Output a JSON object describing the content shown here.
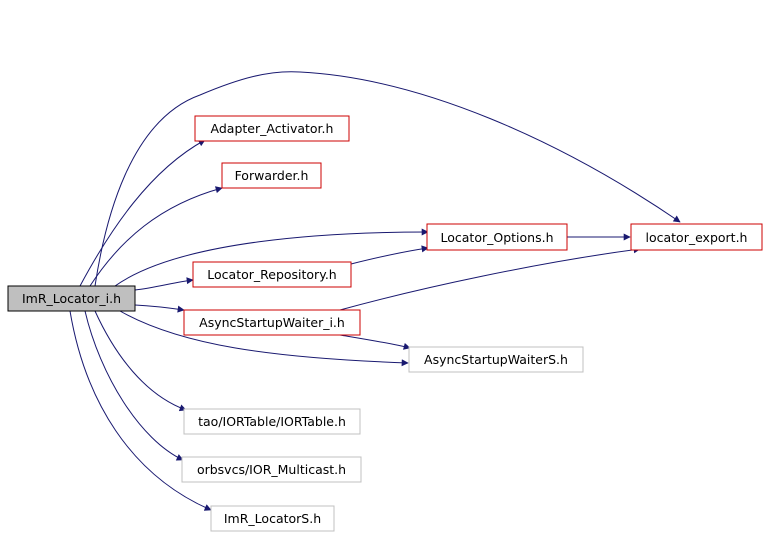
{
  "diagram": {
    "colors": {
      "edge": "#191970",
      "border_red": "#cc0000",
      "border_gray": "#c0c0c0",
      "root_fill": "#bfbfbf",
      "root_border": "#000000"
    },
    "nodes": {
      "root": {
        "label": "ImR_Locator_i.h"
      },
      "adapter_activator": {
        "label": "Adapter_Activator.h"
      },
      "forwarder": {
        "label": "Forwarder.h"
      },
      "locator_options": {
        "label": "Locator_Options.h"
      },
      "locator_export": {
        "label": "locator_export.h"
      },
      "locator_repository": {
        "label": "Locator_Repository.h"
      },
      "async_startup_waiter_i": {
        "label": "AsyncStartupWaiter_i.h"
      },
      "async_startup_waiter_s": {
        "label": "AsyncStartupWaiterS.h"
      },
      "ior_table": {
        "label": "tao/IORTable/IORTable.h"
      },
      "ior_multicast": {
        "label": "orbsvcs/IOR_Multicast.h"
      },
      "imr_locator_s": {
        "label": "ImR_LocatorS.h"
      }
    }
  }
}
